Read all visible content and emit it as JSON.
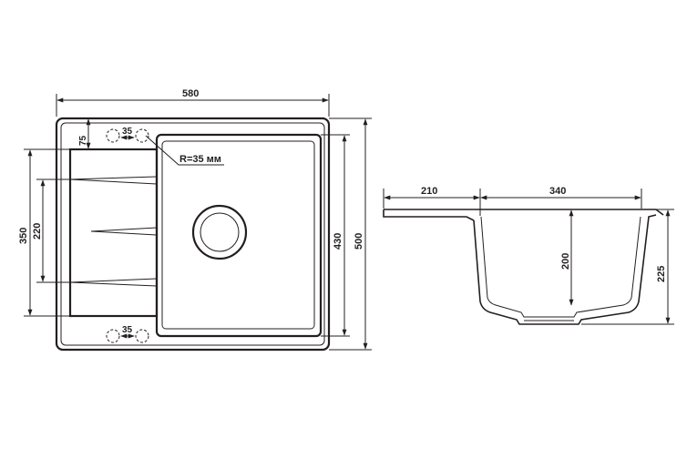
{
  "top_view": {
    "width_label": "580",
    "height_label": "500",
    "bowl_height_label": "430",
    "drainer_height_label": "350",
    "rib_span_label": "220",
    "offset_label": "75",
    "hole_spacing_top_label": "35",
    "hole_spacing_bottom_label": "35",
    "radius_label": "R=35 мм"
  },
  "section_view": {
    "drainer_width_label": "210",
    "bowl_width_label": "340",
    "bowl_depth_label": "200",
    "total_depth_label": "225"
  }
}
